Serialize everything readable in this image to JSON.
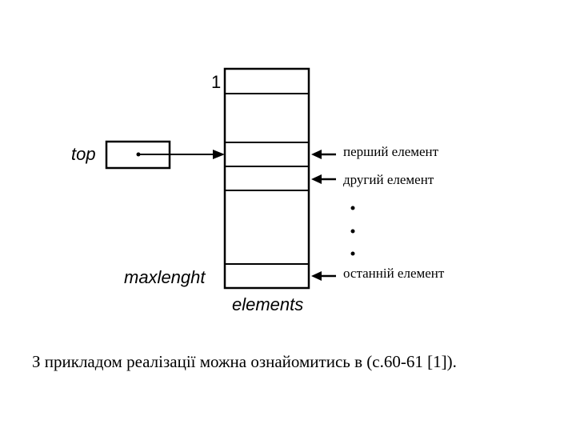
{
  "diagram": {
    "index_first": "1",
    "top_label": "top",
    "maxlength_label": "maxlenght",
    "elements_label": "elements",
    "labels": {
      "first": "перший елемент",
      "second": "другий елемент",
      "last": "останній елемент"
    },
    "colors": {
      "ink": "#000000",
      "background": "#ffffff"
    }
  },
  "caption": "З прикладом реалізації можна ознайомитись в (с.60-61  [1])."
}
